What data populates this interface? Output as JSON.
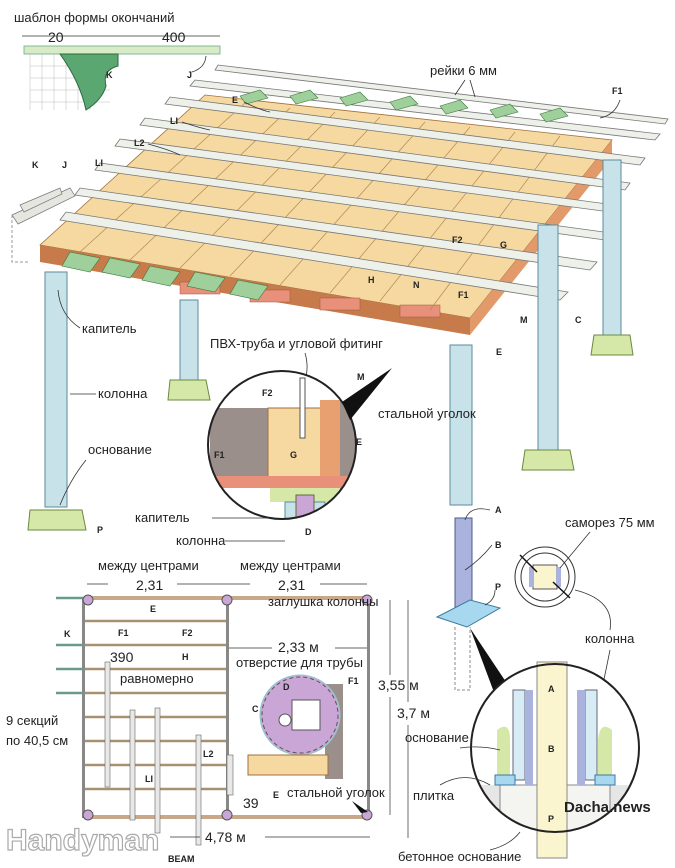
{
  "template": {
    "title": "шаблон формы окончаний",
    "dim_left": "20",
    "dim_right": "400",
    "k": "K",
    "j": "J"
  },
  "roof": {
    "slats_note": "рейки 6 мм",
    "letters": {
      "E": "E",
      "F1": "F1",
      "LI": "LI",
      "L2": "L2",
      "K": "K",
      "J": "J",
      "F2": "F2",
      "G": "G",
      "H": "H",
      "N": "N",
      "M": "M",
      "C": "C"
    }
  },
  "labels": {
    "capital": "капитель",
    "column": "колонна",
    "base": "основание",
    "pvc": "ПВХ-труба и угловой фитинг",
    "steel_angle": "стальной уголок",
    "screw": "саморез 75 мм",
    "tile": "плитка",
    "concrete_base": "бетонное основание"
  },
  "detail": {
    "M": "M",
    "F2": "F2",
    "F1": "F1",
    "E": "E",
    "G": "G",
    "D": "D"
  },
  "post": {
    "A": "A",
    "B": "B",
    "P": "P"
  },
  "plan": {
    "between_centers": "между центрами",
    "span1": "2,31",
    "span2": "2,31",
    "cap": "заглушка колонны",
    "width_inner": "2,33 м",
    "hole": "отверстие для трубы",
    "evenly": "равномерно",
    "d390": "390",
    "sections": "9 секций",
    "sections2": "по 40,5 см",
    "d39": "39",
    "length": "4,78 м",
    "h1": "3,55 м",
    "h2": "3,7 м",
    "beam": "BEAM",
    "letters": {
      "E": "E",
      "K": "K",
      "F1": "F1",
      "F2": "F2",
      "H": "H",
      "C": "C",
      "D": "D",
      "L2": "L2",
      "LI": "LI"
    }
  },
  "watermarks": {
    "handyman": "Handyman",
    "dacha": "Dacha.news"
  },
  "colors": {
    "wood": "#f6d9a0",
    "rafter": "#f2b06a",
    "brick": "#e8907a",
    "column": "#c8e2ea",
    "base": "#d6e8a8",
    "plate": "#a8d8ef",
    "post": "#a9b3dd",
    "purple": "#c9a6d6"
  }
}
